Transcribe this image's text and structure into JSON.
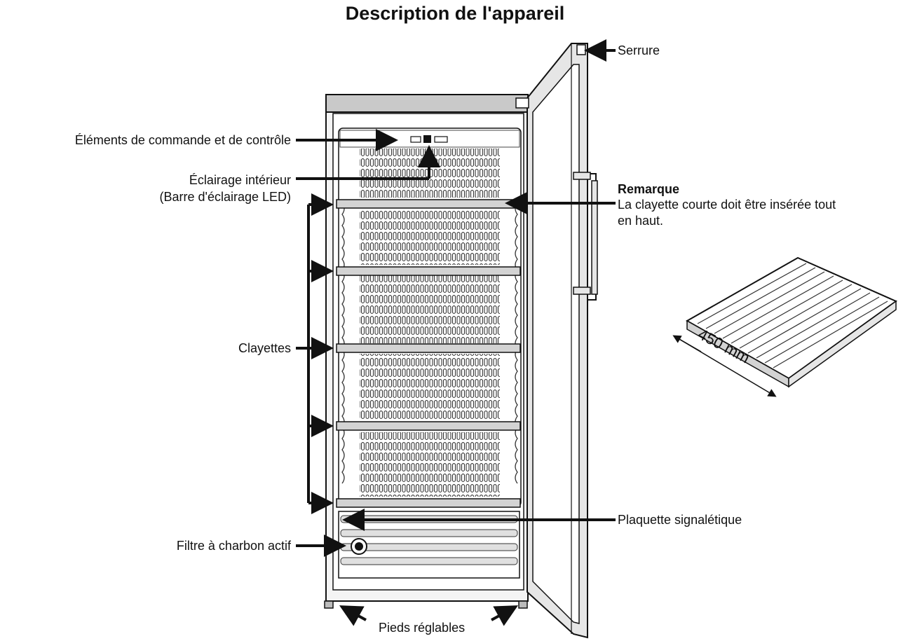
{
  "title": "Description de l'appareil",
  "labels": {
    "lock": "Serrure",
    "controls": "Éléments de commande et de contrôle",
    "lighting_line1": "Éclairage intérieur",
    "lighting_line2": "(Barre d'éclairage LED)",
    "note_heading": "Remarque",
    "note_line1": "La clayette courte doit être insérée tout",
    "note_line2": "en haut.",
    "shelves": "Clayettes",
    "rating_plate": "Plaquette signalétique",
    "filter": "Filtre à charbon actif",
    "feet": "Pieds réglables",
    "dimension": "450 mm"
  },
  "icons": [
    "arrow-icon",
    "cabinet-drawing",
    "door-drawing",
    "shelf-drawing",
    "bottle-rack-pattern"
  ]
}
